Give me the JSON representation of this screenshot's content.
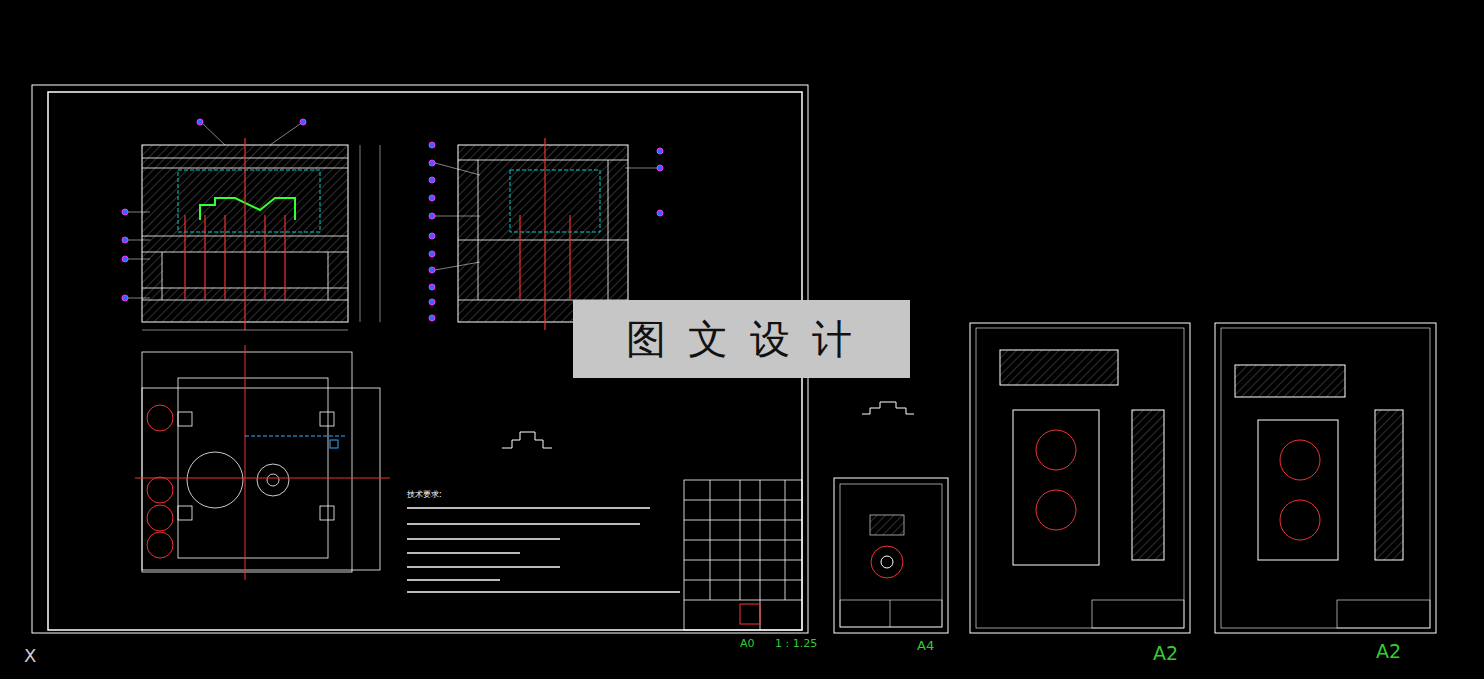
{
  "diagram": {
    "nodes": [
      {
        "text": [
          "图 文 设 计"
        ]
      }
    ],
    "labels": [
      "技术要求:",
      "A0",
      "1 : 1.25",
      "A4",
      "A2",
      "A2",
      "X"
    ]
  }
}
